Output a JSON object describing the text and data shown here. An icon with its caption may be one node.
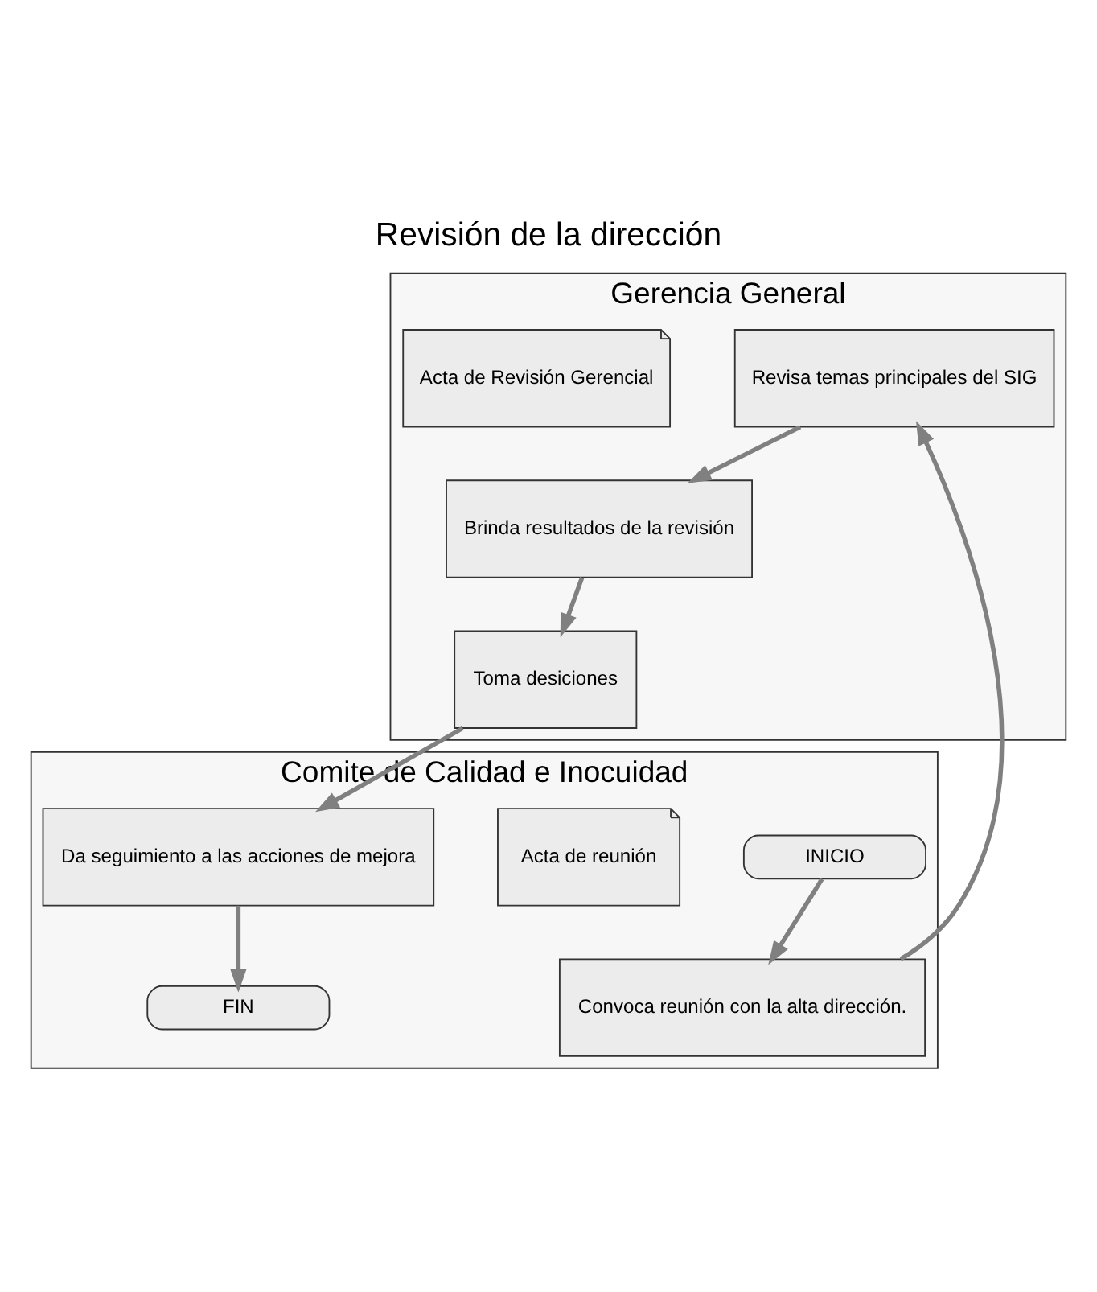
{
  "diagram": {
    "title": "Revisión de la dirección",
    "nodes": [
      {
        "text": [
          "Comite de Calidad e Inocuidad"
        ]
      },
      {
        "text": [
          "INICIO"
        ],
        "in": 0
      },
      {
        "text": [
          "Acta de reunión"
        ],
        "in": 0
      },
      {
        "text": [
          "Convoca reunión con la alta dirección."
        ],
        "in": 0
      },
      {
        "text": [
          "Da seguimiento a las acciones de mejora"
        ],
        "in": 0
      },
      {
        "text": [
          "FIN"
        ],
        "in": 0
      },
      {
        "text": [
          "Gerencia General"
        ]
      },
      {
        "text": [
          "Revisa temas principales del SIG"
        ],
        "in": 6
      },
      {
        "text": [
          "Brinda resultados de la revisión"
        ],
        "in": 6
      },
      {
        "text": [
          "Toma desiciones"
        ],
        "in": 6
      },
      {
        "text": [
          "Acta de Revisión Gerencial"
        ],
        "in": 6
      }
    ],
    "edges": [
      {
        "from": 1,
        "to": 3,
        "arrow": "to"
      },
      {
        "from": 3,
        "to": 7,
        "arrow": "to"
      },
      {
        "from": 7,
        "to": 8,
        "arrow": "to"
      },
      {
        "from": 8,
        "to": 9,
        "arrow": "to"
      },
      {
        "from": 9,
        "to": 4,
        "arrow": "to"
      },
      {
        "from": 4,
        "to": 5,
        "arrow": "to"
      }
    ]
  }
}
